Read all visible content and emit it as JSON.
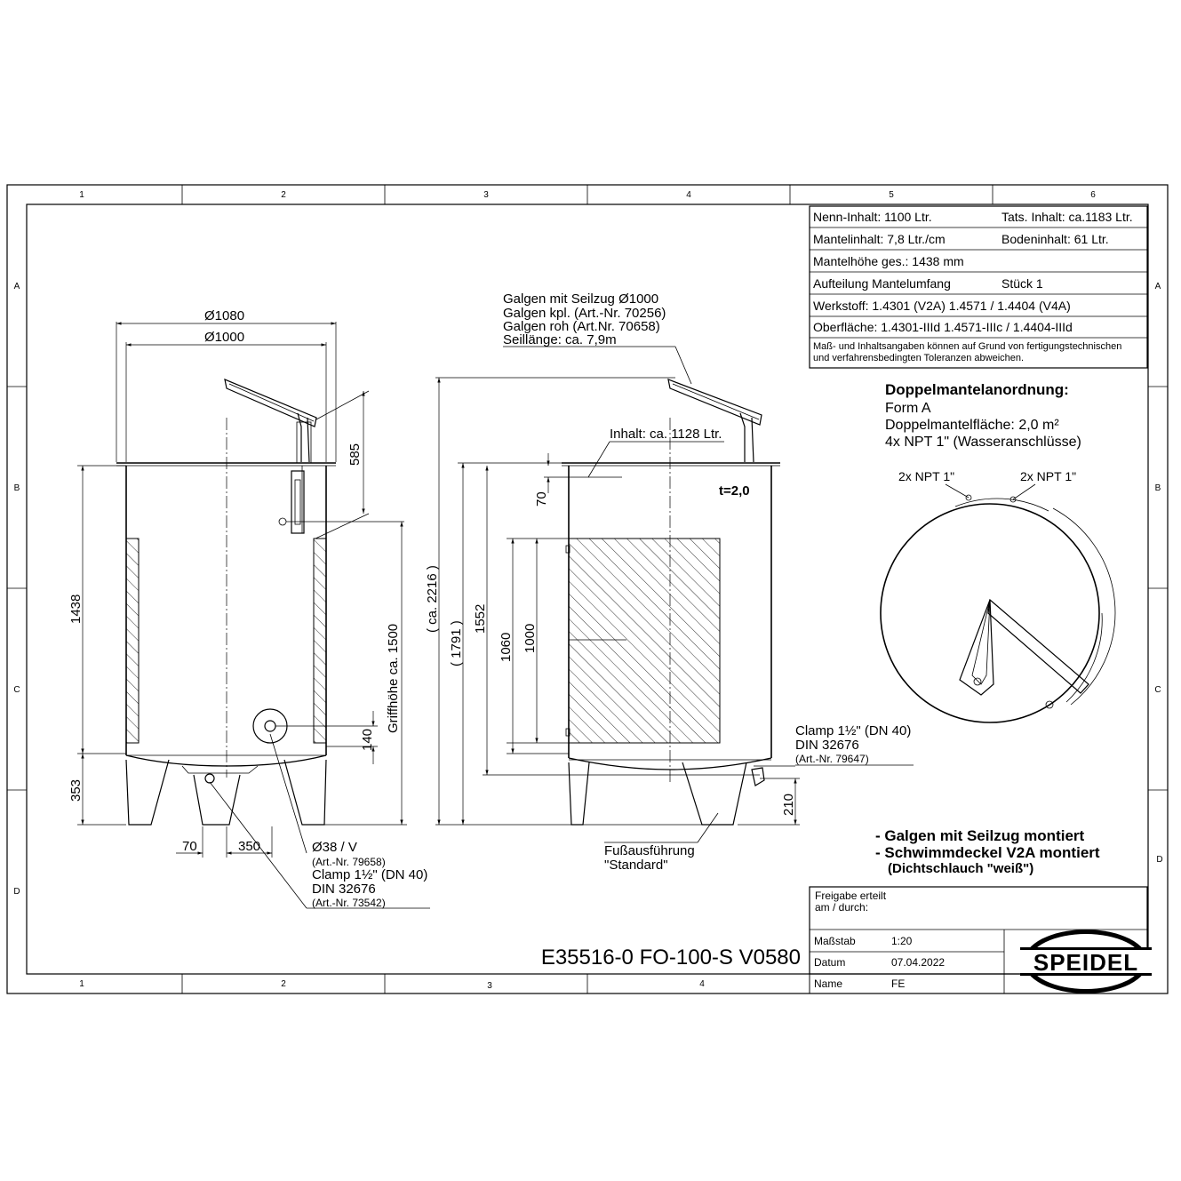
{
  "frame": {
    "columns_top": [
      "1",
      "2",
      "3",
      "4",
      "5",
      "6"
    ],
    "columns_bottom": [
      "1",
      "2",
      "3",
      "4"
    ],
    "rows": [
      "A",
      "B",
      "C",
      "D"
    ]
  },
  "specs": {
    "nenn_inhalt": "Nenn-Inhalt: 1100 Ltr.",
    "tats_inhalt": "Tats. Inhalt: ca.1183 Ltr.",
    "mantelinhalt": "Mantelinhalt: 7,8 Ltr./cm",
    "bodeninhalt": "Bodeninhalt: 61 Ltr.",
    "mantelhoehe": "Mantelhöhe ges.: 1438 mm",
    "aufteilung": "Aufteilung Mantelumfang",
    "stueck": "Stück 1",
    "werkstoff": "Werkstoff: 1.4301 (V2A)   1.4571 / 1.4404 (V4A)",
    "oberflaeche": "Oberfläche: 1.4301-IIId   1.4571-IIIc / 1.4404-IIId",
    "note_line1": "Maß- und Inhaltsangaben können auf Grund von fertigungstechnischen",
    "note_line2": "und verfahrensbedingten Toleranzen abweichen."
  },
  "jacket": {
    "title": "Doppelmantelanordnung:",
    "form": "Form A",
    "flaeche": "Doppelmantelfläche: 2,0 m²",
    "anschluesse": "4x NPT 1\" (Wasseranschlüsse)",
    "npt_left": "2x NPT 1\"",
    "npt_right": "2x NPT 1\""
  },
  "front_view": {
    "dia_outer": "Ø1080",
    "dia_inner": "Ø1000",
    "dim_585": "585",
    "dim_1438": "1438",
    "dim_353": "353",
    "dim_140": "140",
    "griffhoehe": "Griffhöhe ca. 1500",
    "dim_70": "70",
    "dim_350": "350",
    "outlet_line1": "Ø38 / V",
    "outlet_line2": "(Art.-Nr. 79658)",
    "outlet_line3": "Clamp 1½\" (DN 40)",
    "outlet_line4": "DIN 32676",
    "outlet_line5": "(Art.-Nr. 73542)"
  },
  "side_view": {
    "galgen_line1": "Galgen mit Seilzug Ø1000",
    "galgen_line2": "Galgen kpl. (Art.-Nr. 70256)",
    "galgen_line3": "Galgen roh (Art.Nr. 70658)",
    "galgen_line4": "Seillänge: ca. 7,9m",
    "inhalt": "Inhalt: ca. 1128 Ltr.",
    "thickness": "t=2,0",
    "dim_70": "70",
    "dim_2216": "( ca. 2216 )",
    "dim_1791": "( 1791 )",
    "dim_1552": "1552",
    "dim_1060": "1060",
    "dim_1000": "1000",
    "clamp_line1": "Clamp 1½\" (DN 40)",
    "clamp_line2": "DIN 32676",
    "clamp_line3": "(Art.-Nr. 79647)",
    "dim_210": "210",
    "fuss_line1": "Fußausführung",
    "fuss_line2": "\"Standard\""
  },
  "notes": {
    "n1": "- Galgen mit Seilzug montiert",
    "n2": "- Schwimmdeckel V2A montiert",
    "n3": "(Dichtschlauch \"weiß\")"
  },
  "titleblock": {
    "freigabe1": "Freigabe erteilt",
    "freigabe2": "am / durch:",
    "drawing_number": "E35516-0  FO-100-S  V0580",
    "massstab_label": "Maßstab",
    "massstab_value": "1:20",
    "datum_label": "Datum",
    "datum_value": "07.04.2022",
    "name_label": "Name",
    "name_value": "FE",
    "logo": "SPEIDEL"
  }
}
